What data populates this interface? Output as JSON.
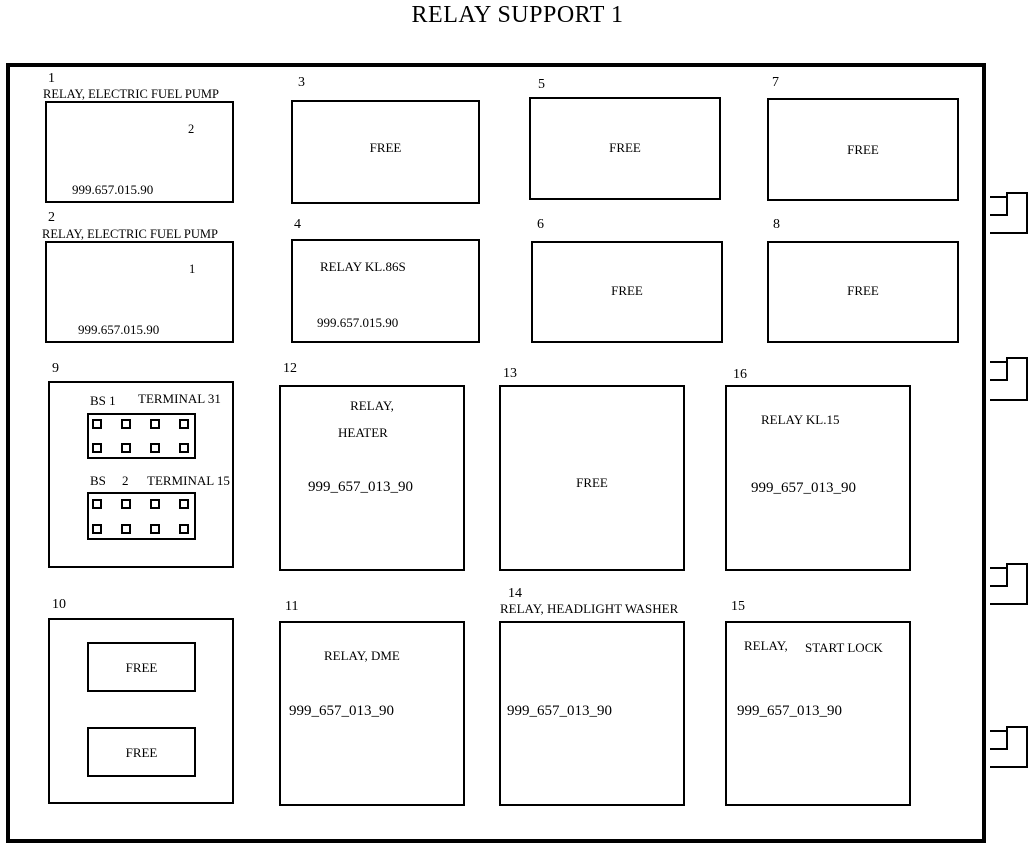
{
  "title": "RELAY SUPPORT 1",
  "relays": {
    "r1": {
      "num": "1",
      "label": "RELAY, ELECTRIC FUEL PUMP",
      "pin": "2",
      "part": "999.657.015.90"
    },
    "r2": {
      "num": "2",
      "label": "RELAY, ELECTRIC FUEL PUMP",
      "pin": "1",
      "part": "999.657.015.90"
    },
    "r3": {
      "num": "3",
      "text": "FREE"
    },
    "r4": {
      "num": "4",
      "label": "RELAY KL.86S",
      "part": "999.657.015.90"
    },
    "r5": {
      "num": "5",
      "text": "FREE"
    },
    "r6": {
      "num": "6",
      "text": "FREE"
    },
    "r7": {
      "num": "7",
      "text": "FREE"
    },
    "r8": {
      "num": "8",
      "text": "FREE"
    },
    "r9": {
      "num": "9",
      "bs1": "BS 1",
      "t31": "TERMINAL 31",
      "bs": "BS",
      "bs2": "2",
      "t15": "TERMINAL 15"
    },
    "r10": {
      "num": "10",
      "top": "FREE",
      "bottom": "FREE"
    },
    "r11": {
      "num": "11",
      "label": "RELAY, DME",
      "part": "999_657_013_90"
    },
    "r12": {
      "num": "12",
      "line1": "RELAY,",
      "line2": "HEATER",
      "part": "999_657_013_90"
    },
    "r13": {
      "num": "13",
      "text": "FREE"
    },
    "r14": {
      "num": "14",
      "label": "RELAY, HEADLIGHT WASHER",
      "part": "999_657_013_90"
    },
    "r15": {
      "num": "15",
      "label1": "RELAY,",
      "label2": "START LOCK",
      "part": "999_657_013_90"
    },
    "r16": {
      "num": "16",
      "label": "RELAY KL.15",
      "part": "999_657_013_90"
    }
  }
}
